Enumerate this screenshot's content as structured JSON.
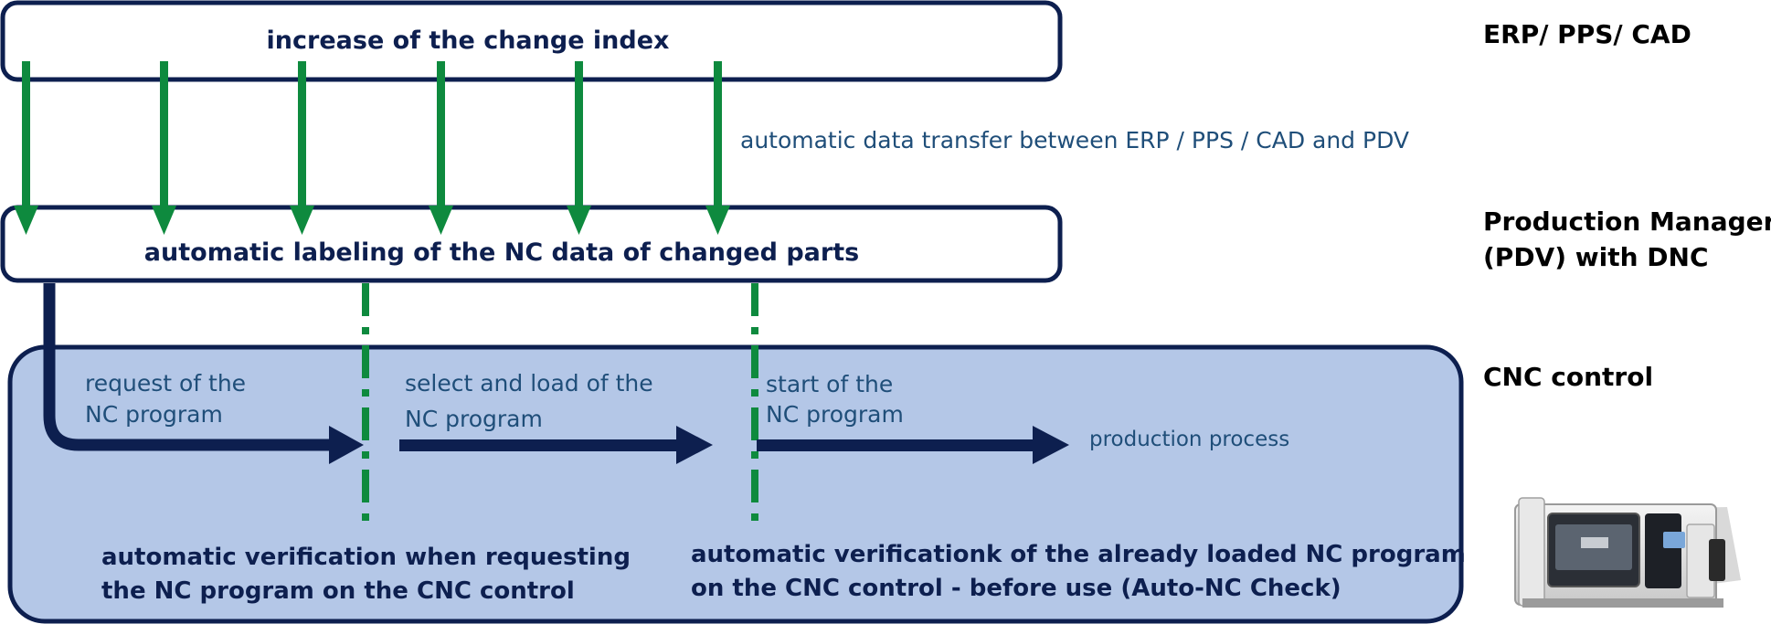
{
  "layers": {
    "erp": "ERP/ PPS/ CAD",
    "pdv_line1": "Production Manager",
    "pdv_line2": "(PDV) with DNC",
    "cnc": "CNC control"
  },
  "boxes": {
    "top": "increase of the change index",
    "middle": "automatic labeling of the NC data of changed parts"
  },
  "transfer_label": "automatic data transfer between ERP / PPS / CAD and PDV",
  "steps": {
    "request_line1": "request of the",
    "request_line2": "NC program",
    "select_line1": "select and load of the",
    "select_line2": "NC program",
    "start_line1": "start of the",
    "start_line2": "NC program",
    "production": "production process"
  },
  "verifications": {
    "left_line1": "automatic verification when requesting",
    "left_line2": "the NC program on the CNC control",
    "right_line1": "automatic verificationk of the already loaded NC program",
    "right_line2": "on the CNC control - before use (Auto-NC Check)"
  },
  "colors": {
    "navy": "#0d1f4f",
    "text_blue": "#1f4e79",
    "green": "#0e8a3e",
    "panel_fill": "#b4c7e7"
  },
  "icons": {
    "machine": "cnc-machine-icon"
  }
}
